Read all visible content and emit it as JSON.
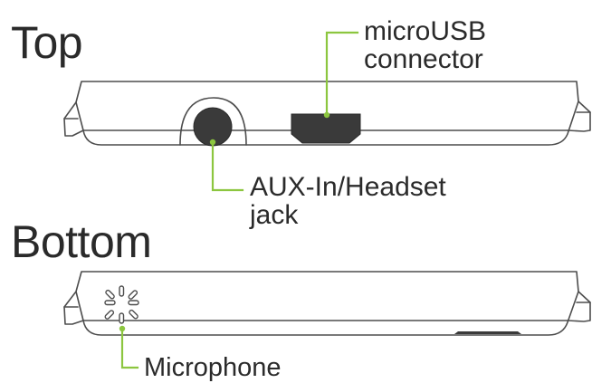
{
  "headings": {
    "top": "Top",
    "bottom": "Bottom"
  },
  "callouts": {
    "microusb": {
      "line1": "microUSB",
      "line2": "connector"
    },
    "aux": {
      "line1": "AUX-In/Headset",
      "line2": "jack"
    },
    "microphone": {
      "line1": "Microphone"
    }
  },
  "icons": {
    "microusb_port": "microusb-port-icon",
    "aux_jack": "aux-jack-icon",
    "microphone": "microphone-holes-icon"
  },
  "colors": {
    "outline": "#4d4d4d",
    "leader_line": "#8cc63f",
    "port_fill": "#3a3a3a",
    "text": "#2b2b2b"
  }
}
